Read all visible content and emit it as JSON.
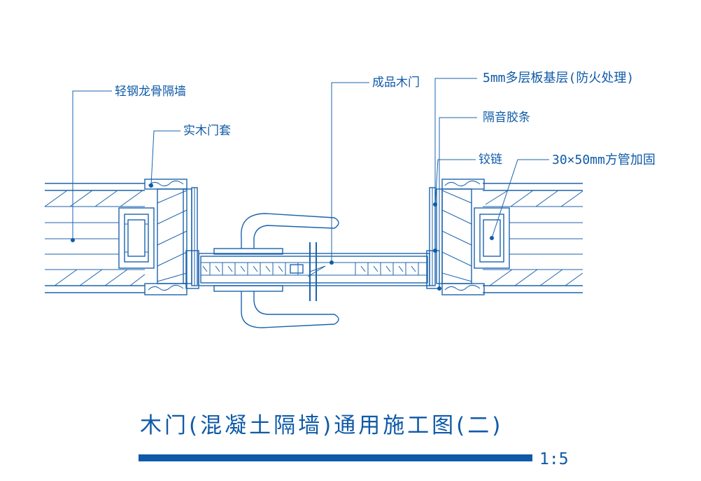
{
  "drawing": {
    "labels": {
      "light_steel_partition": "轻钢龙骨隔墙",
      "solid_wood_frame": "实木门套",
      "finished_door": "成品木门",
      "plywood_base": "5mm多层板基层(防火处理)",
      "sound_strip": "隔音胶条",
      "hinge": "铰链",
      "square_tube": "30×50mm方管加固"
    },
    "title": "木门(混凝土隔墙)通用施工图(二)",
    "scale": "1:5"
  },
  "colors": {
    "line": "#1c63ad",
    "text": "#0f5aa8",
    "background": "#ffffff"
  }
}
